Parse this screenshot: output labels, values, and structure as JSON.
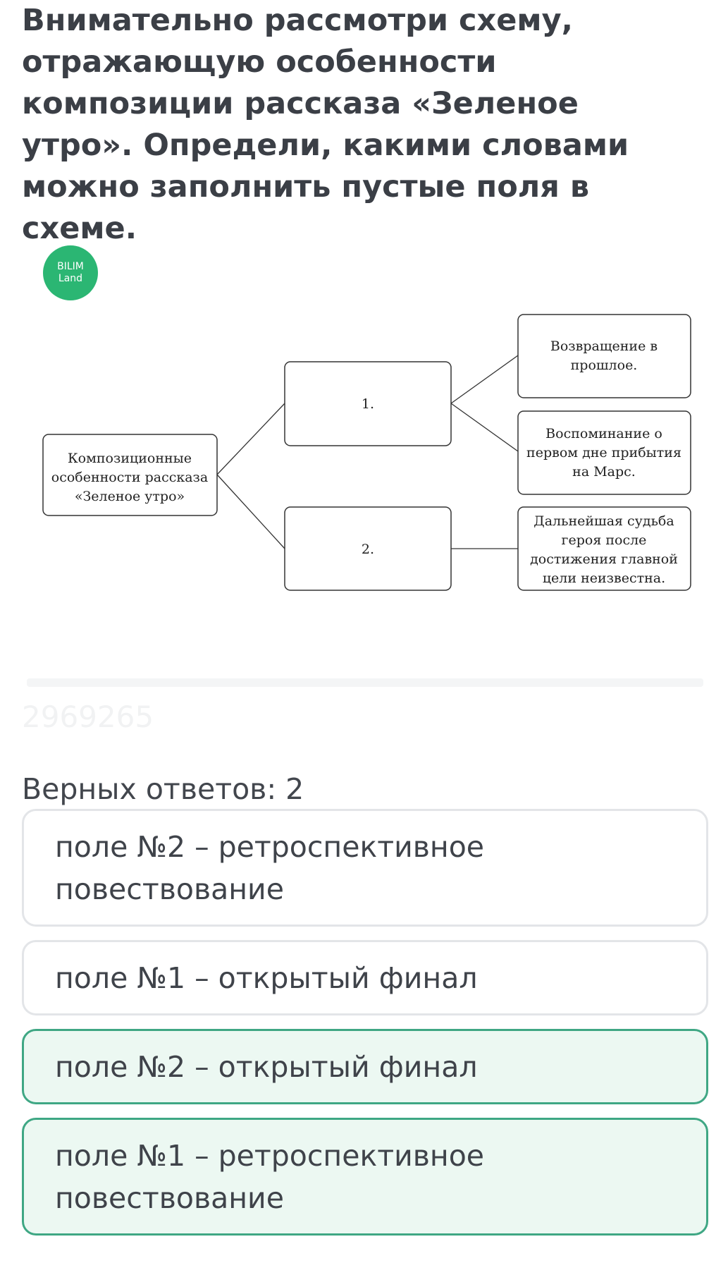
{
  "question": "Внимательно рассмотри схему, отражающую особенности композиции рассказа «Зеленое утро». Определи, какими словами можно заполнить пустые поля в схеме.",
  "logo": {
    "line1": "BILIM",
    "line2": "Land",
    "color": "#2bb673"
  },
  "diagram": {
    "root": [
      "Композиционные",
      "особенности рассказа",
      "«Зеленое утро»"
    ],
    "field1": "1.",
    "field2": "2.",
    "leaf1": [
      "Возвращение в",
      "прошлое."
    ],
    "leaf2": [
      "Воспоминание о",
      "первом дне прибытия",
      "на Марс."
    ],
    "leaf3": [
      "Дальнейшая судьба",
      "героя после",
      "достижения главной",
      "цели неизвестна."
    ]
  },
  "watermark": "2969265",
  "answers_count": "Верных ответов: 2",
  "options": [
    {
      "text": "поле №2 – ретроспективное повествование",
      "state": "default"
    },
    {
      "text": "поле №1 – открытый финал",
      "state": "default"
    },
    {
      "text": "поле №2 – открытый финал",
      "state": "selected"
    },
    {
      "text": "поле №1 – ретроспективное повествование",
      "state": "selected"
    }
  ],
  "colors": {
    "selected_bg": "#ecf8f2",
    "selected_border": "#3fa784",
    "default_border": "#e3e5e8"
  }
}
